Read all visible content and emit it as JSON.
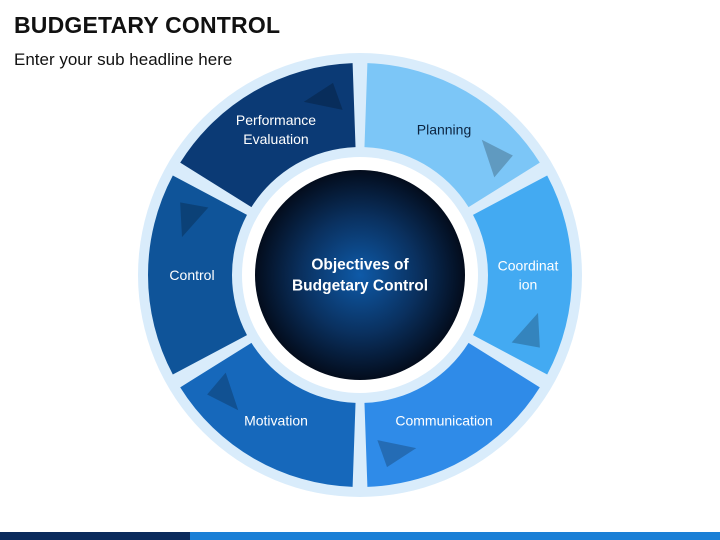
{
  "header": {
    "title": "BUDGETARY CONTROL",
    "subtitle": "Enter your sub headline here"
  },
  "diagram": {
    "center": {
      "lines": [
        "Objectives of",
        "Budgetary Control"
      ]
    },
    "segments": [
      {
        "name": "planning",
        "lines": [
          "Planning"
        ],
        "color": "#7cc6f7",
        "text_color": "#0c2440"
      },
      {
        "name": "coordination",
        "lines": [
          "Coordinat",
          "ion"
        ],
        "color": "#43aaf2",
        "text_color": "#ffffff"
      },
      {
        "name": "communication",
        "lines": [
          "Communication"
        ],
        "color": "#2f8be8",
        "text_color": "#ffffff"
      },
      {
        "name": "motivation",
        "lines": [
          "Motivation"
        ],
        "color": "#1668bb",
        "text_color": "#ffffff"
      },
      {
        "name": "control",
        "lines": [
          "Control"
        ],
        "color": "#0f5499",
        "text_color": "#ffffff"
      },
      {
        "name": "performance-evaluation",
        "lines": [
          "Performance",
          "Evaluation"
        ],
        "color": "#0b3a75",
        "text_color": "#ffffff"
      }
    ]
  },
  "footer": {
    "bar_colors": [
      "#0a2a5c",
      "#1a7fd6"
    ]
  }
}
